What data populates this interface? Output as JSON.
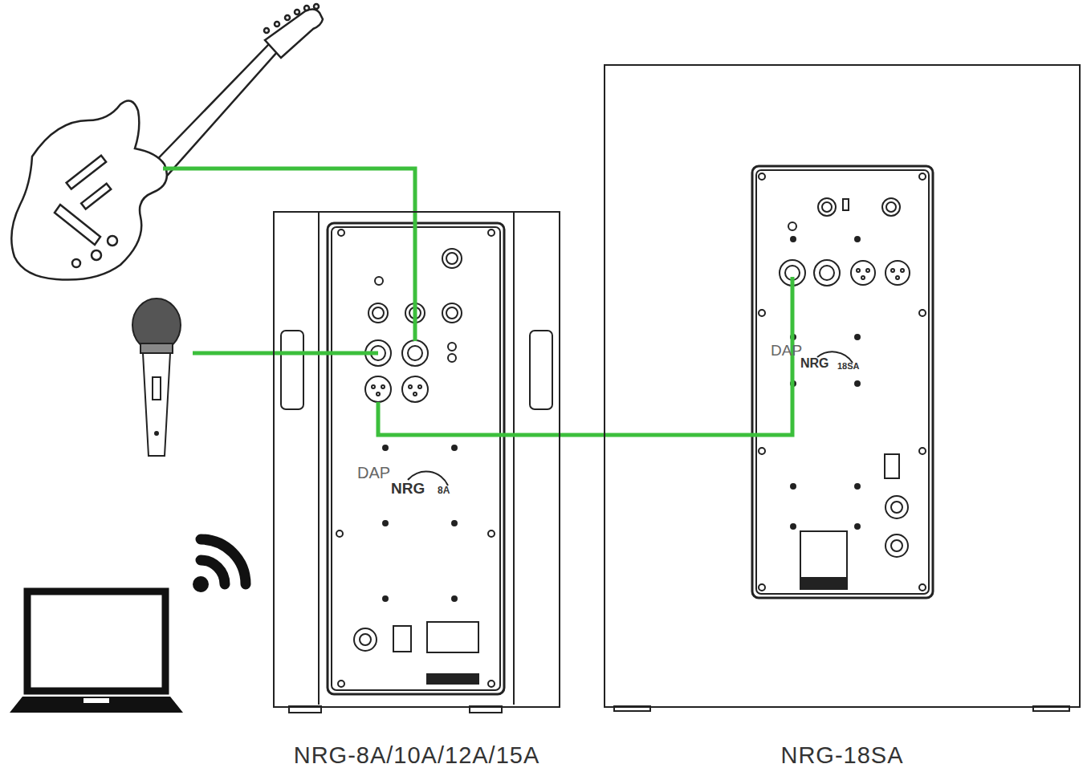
{
  "diagram": {
    "nodes": [
      {
        "text": [
          "NRG-8A/10A/12A/15A"
        ]
      },
      {
        "text": [
          "NRG-18SA"
        ]
      }
    ],
    "edges": [
      {
        "from": 0,
        "to": 1,
        "arrow": "none"
      }
    ],
    "labels": [
      "DAP",
      "NRG",
      "8A",
      "DAP",
      "NRG",
      "18SA"
    ]
  }
}
